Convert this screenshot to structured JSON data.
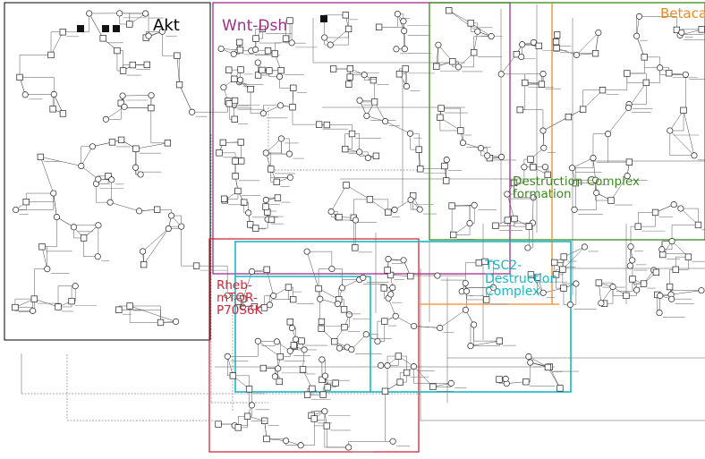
{
  "regions": [
    {
      "id": "akt",
      "label": "Akt",
      "color": "#000000"
    },
    {
      "id": "wnt",
      "label": "Wnt-Dsh",
      "color": "#a0308a"
    },
    {
      "id": "destruction",
      "label": "Destruction Complex\nformation",
      "color": "#3a8a1e"
    },
    {
      "id": "betacat",
      "label": "Betaca",
      "color": "#f08a24"
    },
    {
      "id": "tsc2",
      "label": "TSC2-\nDestruction\nComplex",
      "color": "#19b8c2"
    },
    {
      "id": "rheb",
      "label": "Rheb-\nmTOR-\nP70S6K",
      "color": "#d0283a"
    }
  ]
}
